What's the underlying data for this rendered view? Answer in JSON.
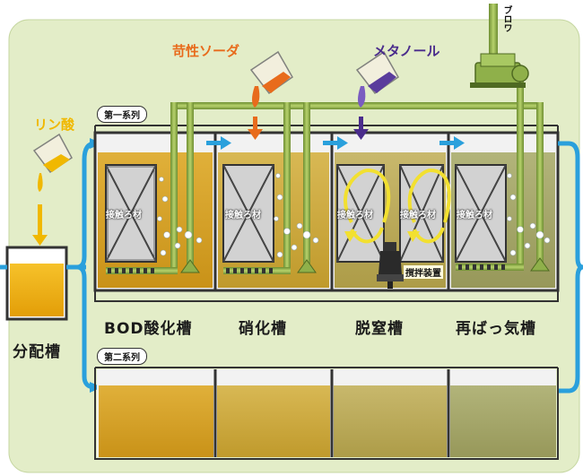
{
  "chemicals": {
    "phosphoric": "リン酸",
    "caustic": "苛性ソーダ",
    "methanol": "メタノール"
  },
  "series": {
    "first": "第一系列",
    "second": "第二系列"
  },
  "tanks": {
    "distribution": "分配槽",
    "bod": "BOD酸化槽",
    "nitrification": "硝化槽",
    "denitrification": "脱窒槽",
    "reaeration": "再ばっ気槽"
  },
  "labels": {
    "media": "接触ろ材",
    "mixer": "撹拌装置",
    "blower": "ブロワ"
  },
  "colors": {
    "background_panel": "#e3edc8",
    "pipe_green": "#8fb04a",
    "pipe_edge": "#4f6a22",
    "flow_arrow": "#2aa0dc",
    "phosphoric": "#f0b800",
    "caustic": "#e86b1c",
    "methanol": "#5a3c9c",
    "water_bod": "#d8a428",
    "water_nitri": "#d0b044",
    "water_denitri": "#c0b060",
    "water_rea": "#a8aa6e",
    "distribution_water": "#f0b417"
  }
}
